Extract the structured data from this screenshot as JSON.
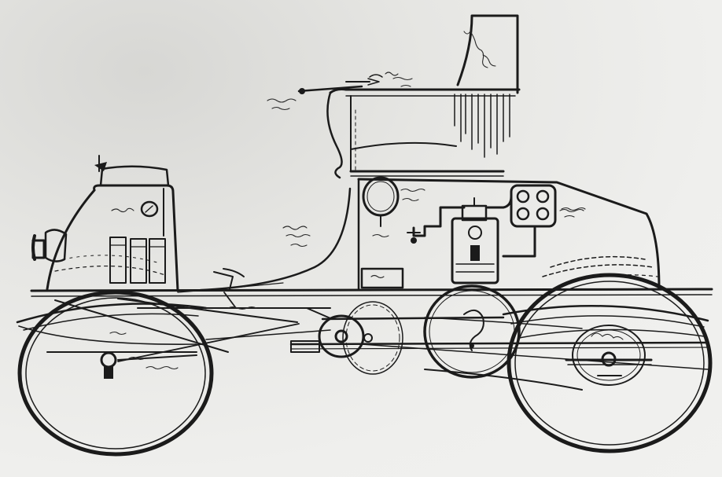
{
  "drawing": {
    "subject": "",
    "ink_color": "#1b1b1b",
    "paper_color": "#efefed"
  },
  "annotations": [
    {
      "id": "steering-handle",
      "text": ""
    },
    {
      "id": "brake-handle",
      "text": ""
    },
    {
      "id": "speed-changer",
      "text": ""
    },
    {
      "id": "steam-gauge",
      "text": ""
    },
    {
      "id": "water-gauge",
      "text": ""
    },
    {
      "id": "gasoline-tank",
      "text": ""
    },
    {
      "id": "burner",
      "text": ""
    },
    {
      "id": "engine",
      "text": ""
    },
    {
      "id": "water-tank",
      "text": ""
    },
    {
      "id": "pump",
      "text": ""
    },
    {
      "id": "brake-rod",
      "text": ""
    },
    {
      "id": "steering-rod",
      "text": ""
    }
  ]
}
